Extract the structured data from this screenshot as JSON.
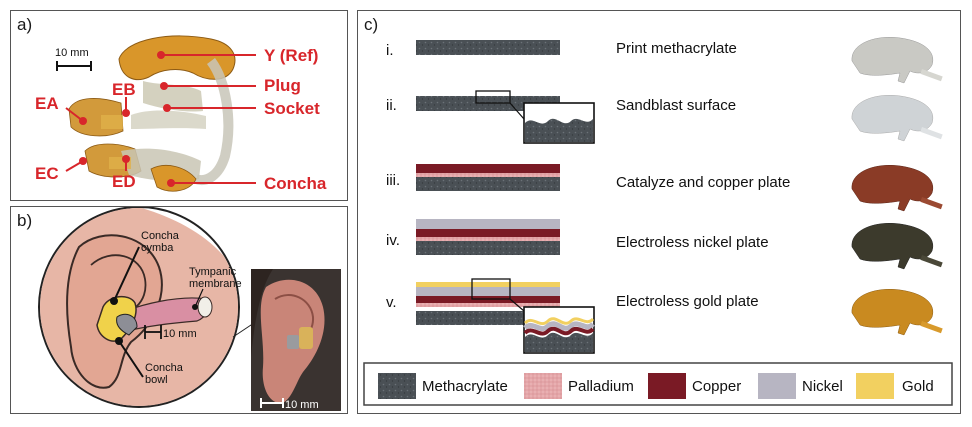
{
  "panel_a": {
    "label": "a)",
    "scale": "10 mm",
    "callouts": [
      "Y (Ref)",
      "Plug",
      "Socket",
      "Concha",
      "EA",
      "EB",
      "EC",
      "ED"
    ]
  },
  "panel_b": {
    "label": "b)",
    "annotations": [
      "Concha",
      "cymba",
      "Tympanic",
      "membrane",
      "Concha",
      "bowl"
    ],
    "scale_inset": "10 mm",
    "scale_photo": "10 mm"
  },
  "panel_c": {
    "label": "c)",
    "steps": [
      {
        "num": "i.",
        "text": "Print methacrylate"
      },
      {
        "num": "ii.",
        "text": "Sandblast surface"
      },
      {
        "num": "iii.",
        "text": "Catalyze and copper plate"
      },
      {
        "num": "iv.",
        "text": "Electroless nickel plate"
      },
      {
        "num": "v.",
        "text": "Electroless gold plate"
      }
    ],
    "legend": [
      {
        "name": "Methacrylate",
        "color": "#4a5055"
      },
      {
        "name": "Palladium",
        "color": "#e4a5a8"
      },
      {
        "name": "Copper",
        "color": "#7a1a25"
      },
      {
        "name": "Nickel",
        "color": "#b7b5c2"
      },
      {
        "name": "Gold",
        "color": "#f2d060"
      }
    ],
    "photo_colors": [
      "#c9c9c4",
      "#cfd3d6",
      "#8a3b26",
      "#3c3a2c",
      "#c98a20"
    ]
  }
}
